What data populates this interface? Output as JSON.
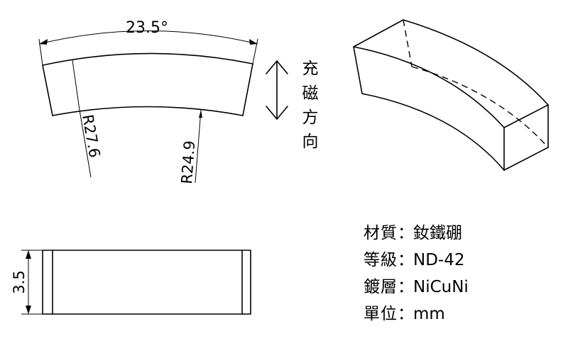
{
  "dimensions": {
    "angle": "23.5°",
    "outer_radius": "R27.6",
    "inner_radius": "R24.9",
    "thickness": "3.5"
  },
  "magnetization": {
    "chars": [
      "充",
      "磁",
      "方",
      "向"
    ]
  },
  "specs": [
    {
      "label": "材質",
      "value": "釹鐵硼"
    },
    {
      "label": "等級",
      "value": "ND-42"
    },
    {
      "label": "鍍層",
      "value": "NiCuNi"
    },
    {
      "label": "單位",
      "value": "mm"
    }
  ],
  "separator": "："
}
